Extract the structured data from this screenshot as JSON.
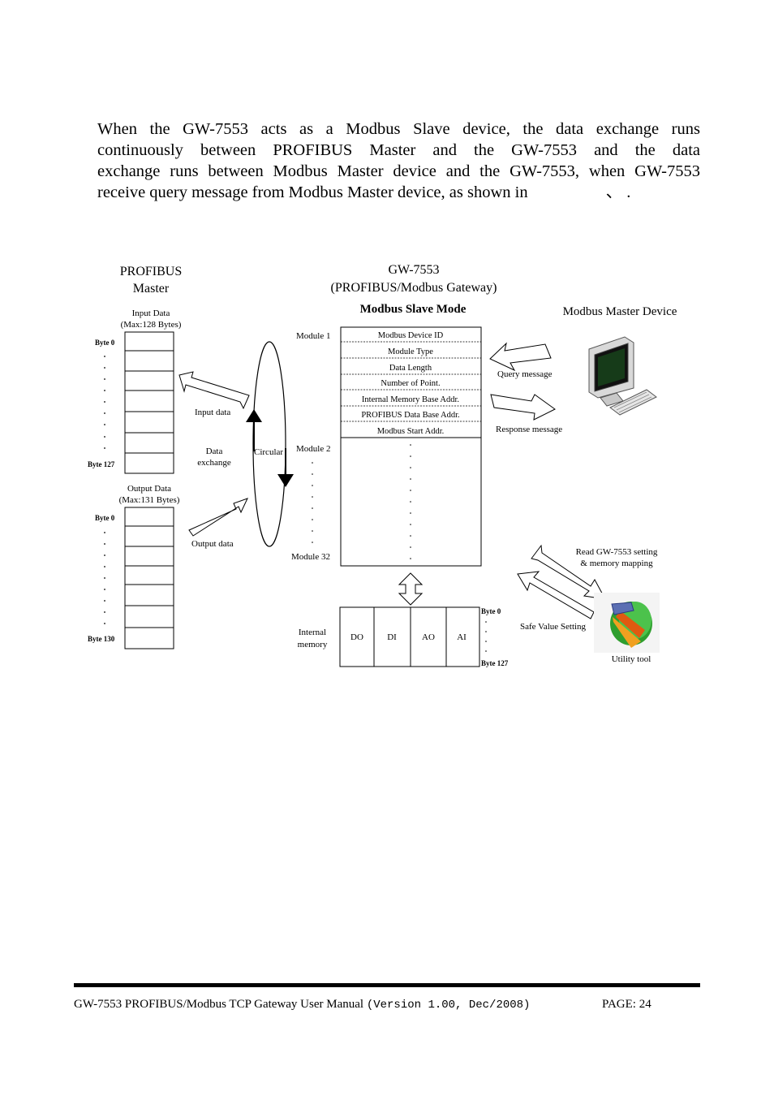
{
  "paragraph": {
    "line1": "When the GW-7553 acts as a Modbus Slave device, the data exchange runs",
    "line2": "continuously between PROFIBUS Master and the GW-7553 and the data",
    "line3": "exchange runs between Modbus Master device and the GW-7553, when GW-7553",
    "line4": "receive query message from Modbus Master device, as shown in",
    "line4_tail": "、  ."
  },
  "diagram": {
    "profibus_title_1": "PROFIBUS",
    "profibus_title_2": "Master",
    "input_data_title": "Input Data",
    "input_data_max": "(Max:128 Bytes)",
    "byte0_in": "Byte 0",
    "byte127_in": "Byte 127",
    "output_data_title": "Output Data",
    "output_data_max": "(Max:131 Bytes)",
    "byte0_out": "Byte 0",
    "byte130_out": "Byte 130",
    "input_data_arrow": "Input data",
    "data_exchange_1": "Data",
    "data_exchange_2": "exchange",
    "output_data_arrow": "Output data",
    "circular": "Circular",
    "gateway_title_1": "GW-7553",
    "gateway_title_2": "(PROFIBUS/Modbus Gateway)",
    "mode_title": "Modbus Slave Mode",
    "module1": "Module 1",
    "module2": "Module 2",
    "module32": "Module 32",
    "module_fields": [
      "Modbus Device ID",
      "Module Type",
      "Data Length",
      "Number of Point.",
      "Internal Memory Base Addr.",
      "PROFIBUS Data Base Addr.",
      "Modbus Start Addr."
    ],
    "internal_memory_1": "Internal",
    "internal_memory_2": "memory",
    "memory_cells": [
      "DO",
      "DI",
      "AO",
      "AI"
    ],
    "byte0_mem": "Byte 0",
    "byte127_mem": "Byte 127",
    "modbus_master_title": "Modbus Master Device",
    "query_message": "Query message",
    "response_message": "Response message",
    "read_setting_1": "Read GW-7553 setting",
    "read_setting_2": "& memory mapping",
    "safe_value": "Safe Value Setting",
    "utility_tool": "Utility tool"
  },
  "footer": {
    "manual_title": "GW-7553 PROFIBUS/Modbus TCP Gateway User Manual",
    "version": "(Version 1.00, Dec/2008)",
    "page": "PAGE: 24"
  }
}
